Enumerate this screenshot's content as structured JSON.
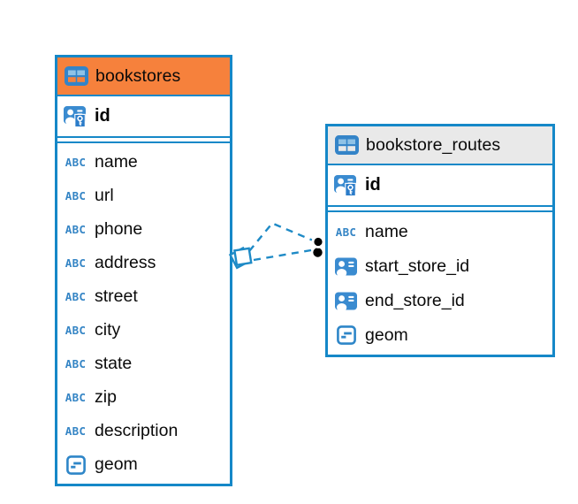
{
  "diagram": {
    "kind": "entity-relationship-diagram"
  },
  "icons": {
    "text_type_label": "ABC"
  },
  "colors": {
    "accent_blue": "#1588C8",
    "icon_blue": "#3A8BD0",
    "icon_cell_light_blue": "#8FC2E6",
    "abc_blue": "#3585C5",
    "bookstores_header_bg": "#F6813C",
    "routes_header_bg": "#E9E9E9",
    "text": "#0a0a0a",
    "relationship_dot": "#000000"
  },
  "tables": [
    {
      "title": "bookstores",
      "header_bg": "#F6813C",
      "primary_key": {
        "name": "id",
        "icon": "primary-key-icon"
      },
      "columns": [
        {
          "name": "name",
          "icon": "text-type-icon"
        },
        {
          "name": "url",
          "icon": "text-type-icon"
        },
        {
          "name": "phone",
          "icon": "text-type-icon"
        },
        {
          "name": "address",
          "icon": "text-type-icon"
        },
        {
          "name": "street",
          "icon": "text-type-icon"
        },
        {
          "name": "city",
          "icon": "text-type-icon"
        },
        {
          "name": "state",
          "icon": "text-type-icon"
        },
        {
          "name": "zip",
          "icon": "text-type-icon"
        },
        {
          "name": "description",
          "icon": "text-type-icon"
        },
        {
          "name": "geom",
          "icon": "geometry-type-icon"
        }
      ]
    },
    {
      "title": "bookstore_routes",
      "header_bg": "#E9E9E9",
      "primary_key": {
        "name": "id",
        "icon": "primary-key-icon"
      },
      "columns": [
        {
          "name": "name",
          "icon": "text-type-icon"
        },
        {
          "name": "start_store_id",
          "icon": "reference-type-icon"
        },
        {
          "name": "end_store_id",
          "icon": "reference-type-icon"
        },
        {
          "name": "geom",
          "icon": "geometry-type-icon"
        }
      ]
    }
  ]
}
